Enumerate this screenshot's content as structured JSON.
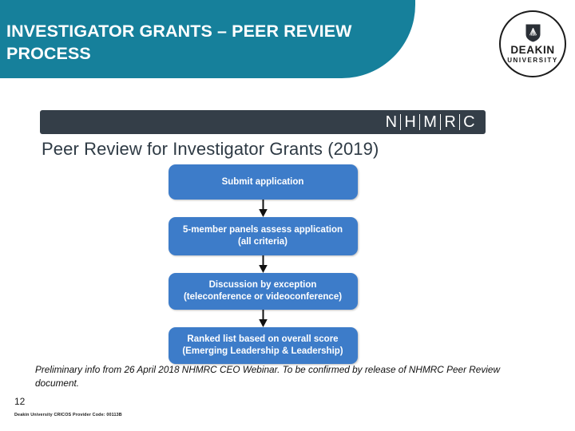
{
  "slide": {
    "title": "INVESTIGATOR GRANTS – PEER REVIEW PROCESS",
    "page_number": "12",
    "footer_note": "Deakin University CRICOS Provider Code: 00113B",
    "caption": "Preliminary info from 26 April 2018 NHMRC CEO Webinar. To be confirmed by release of NHMRC Peer Review document.",
    "banner_color": "#16809b"
  },
  "logo": {
    "name": "DEAKIN",
    "subtitle": "UNIVERSITY",
    "shield_icon": "deakin-shield-icon"
  },
  "figure": {
    "brand_letters": [
      "N",
      "H",
      "M",
      "R",
      "C"
    ],
    "brand_bar_color": "#343e48",
    "heading": "Peer Review for Investigator Grants (2019)",
    "box_color": "#3d7cc9",
    "steps": [
      {
        "line1": "Submit application",
        "line2": ""
      },
      {
        "line1": "5-member panels assess application",
        "line2": "(all criteria)"
      },
      {
        "line1": "Discussion by exception",
        "line2": "(teleconference or videoconference)"
      },
      {
        "line1": "Ranked list based on overall score",
        "line2": "(Emerging Leadership & Leadership)"
      }
    ],
    "arrow_icon": "down-arrow-icon"
  }
}
